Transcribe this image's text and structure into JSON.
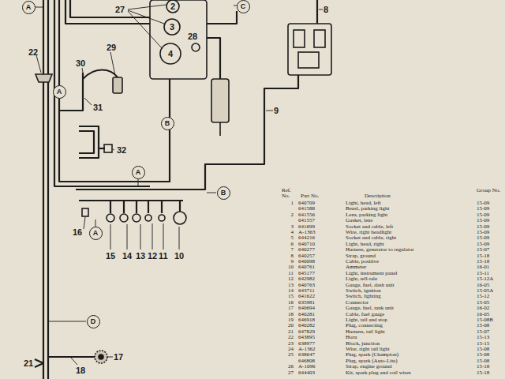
{
  "diagram": {
    "nodes": [
      {
        "text": [
          "A"
        ]
      },
      {
        "text": [
          "C"
        ]
      },
      {
        "text": [
          "A"
        ]
      },
      {
        "text": [
          "B"
        ]
      },
      {
        "text": [
          "A"
        ]
      },
      {
        "text": [
          "B"
        ]
      },
      {
        "text": [
          "A"
        ]
      },
      {
        "text": [
          "D"
        ]
      }
    ],
    "labels": [
      "27",
      "2",
      "3",
      "4",
      "28",
      "8",
      "22",
      "30",
      "29",
      "31",
      "9",
      "32",
      "16",
      "15",
      "14",
      "13",
      "12",
      "11",
      "10",
      "17",
      "18",
      "21",
      "Ref. No.",
      "Part No.",
      "Description",
      "Group No.",
      "1",
      "640709",
      "Light, head, left",
      "15-09",
      "641588",
      "Bezel, parking light",
      "15-09",
      "2",
      "641556",
      "Lens, parking light",
      "15-09",
      "641557",
      "Gasket, lens",
      "15-09",
      "3",
      "641699",
      "Socket and cable, left",
      "15-09",
      "4",
      "A-1363",
      "Wire, right headlight",
      "15-09",
      "5",
      "644216",
      "Socket and cable, right",
      "15-09",
      "6",
      "640710",
      "Light, head, right",
      "15-09",
      "7",
      "640277",
      "Harness, generator to regulator",
      "15-07",
      "8",
      "640257",
      "Strap, ground",
      "15-18",
      "9",
      "640098",
      "Cable, positive",
      "15-18",
      "10",
      "640761",
      "Ammeter",
      "16-01",
      "11",
      "645177",
      "Light, instrument panel",
      "15-11",
      "12",
      "642982",
      "Light, tell-tale",
      "15-12A",
      "13",
      "640763",
      "Gauge, fuel, dash unit",
      "16-05",
      "14",
      "643711",
      "Switch, ignition",
      "15-05A",
      "15",
      "641622",
      "Switch, lighting",
      "15-12",
      "16",
      "635981",
      "Connector",
      "15-05",
      "17",
      "640694",
      "Gauge, fuel, tank unit",
      "16-02",
      "18",
      "640281",
      "Cable, fuel gauge",
      "16-05",
      "19",
      "646918",
      "Light, tail and stop",
      "15-08B",
      "20",
      "640282",
      "Plug, connecting",
      "15-08",
      "21",
      "647829",
      "Harness, tail light",
      "15-07",
      "22",
      "643895",
      "Horn",
      "15-13",
      "23",
      "638977",
      "Block, junction",
      "15-15",
      "24",
      "A-1362",
      "Wire, right tail light",
      "15-08",
      "25",
      "638647",
      "Plug, spark (Champion)",
      "15-08",
      "646808",
      "Plug, spark (Auto-Lite)",
      "15-08",
      "26",
      "A-1096",
      "Strap, engine ground",
      "15-18",
      "27",
      "644403",
      "Kit, spark plug and coil wires",
      "15-18"
    ]
  }
}
